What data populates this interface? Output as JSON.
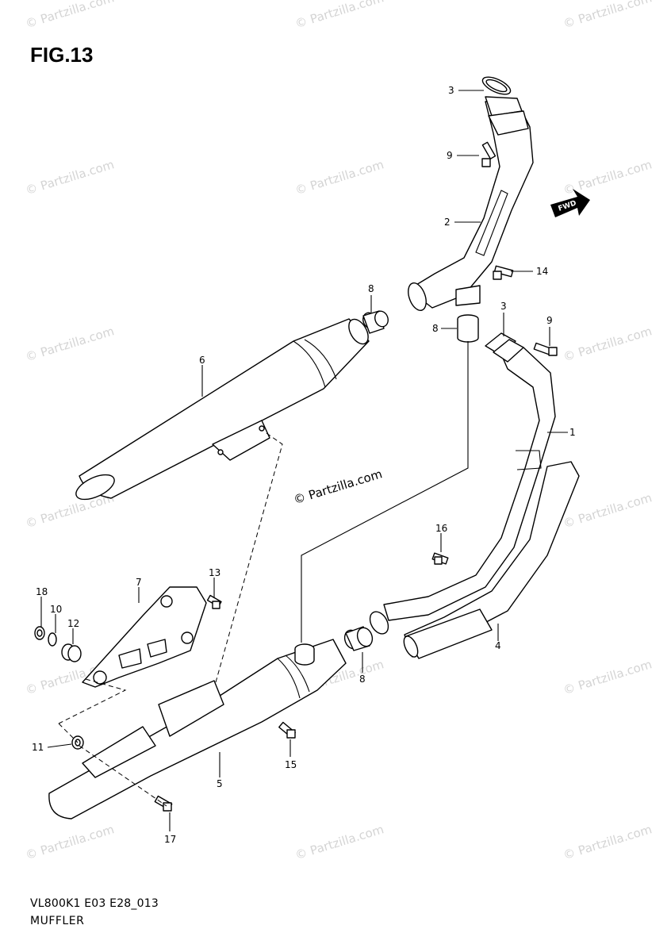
{
  "figure": {
    "title": "FIG.13",
    "code": "VL800K1 E03 E28_013",
    "name": "MUFFLER"
  },
  "watermark": {
    "center_text": "© Partzilla.com",
    "repeat_text": "© Partzilla.com"
  },
  "fwd_label": "FWD",
  "callouts": {
    "c1": "1",
    "c2": "2",
    "c3a": "3",
    "c3b": "3",
    "c4": "4",
    "c5": "5",
    "c6": "6",
    "c7": "7",
    "c8a": "8",
    "c8b": "8",
    "c8c": "8",
    "c9a": "9",
    "c9b": "9",
    "c10": "10",
    "c11": "11",
    "c12": "12",
    "c13": "13",
    "c14": "14",
    "c15": "15",
    "c16": "16",
    "c17": "17",
    "c18": "18"
  },
  "colors": {
    "line": "#000000",
    "watermark": "#d4d4d4",
    "background": "#ffffff"
  }
}
